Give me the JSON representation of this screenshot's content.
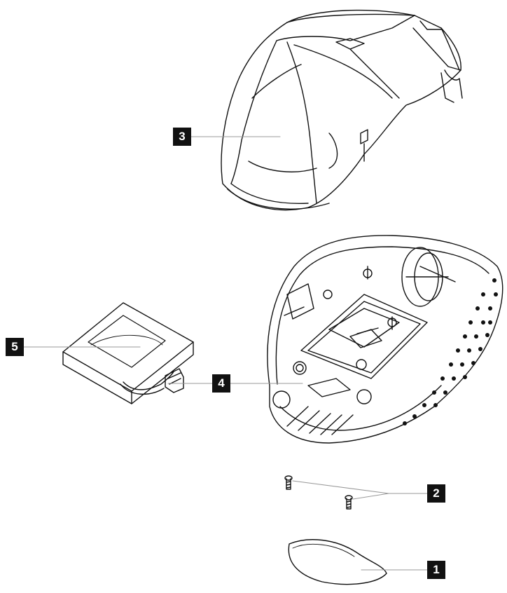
{
  "callouts": {
    "part_1": "1",
    "part_2": "2",
    "part_3": "3",
    "part_4": "4",
    "part_5": "5"
  },
  "colors": {
    "line": "#111111",
    "badge_bg": "#111111",
    "badge_text": "#ffffff",
    "leader": "#999999",
    "background": "#ffffff"
  }
}
